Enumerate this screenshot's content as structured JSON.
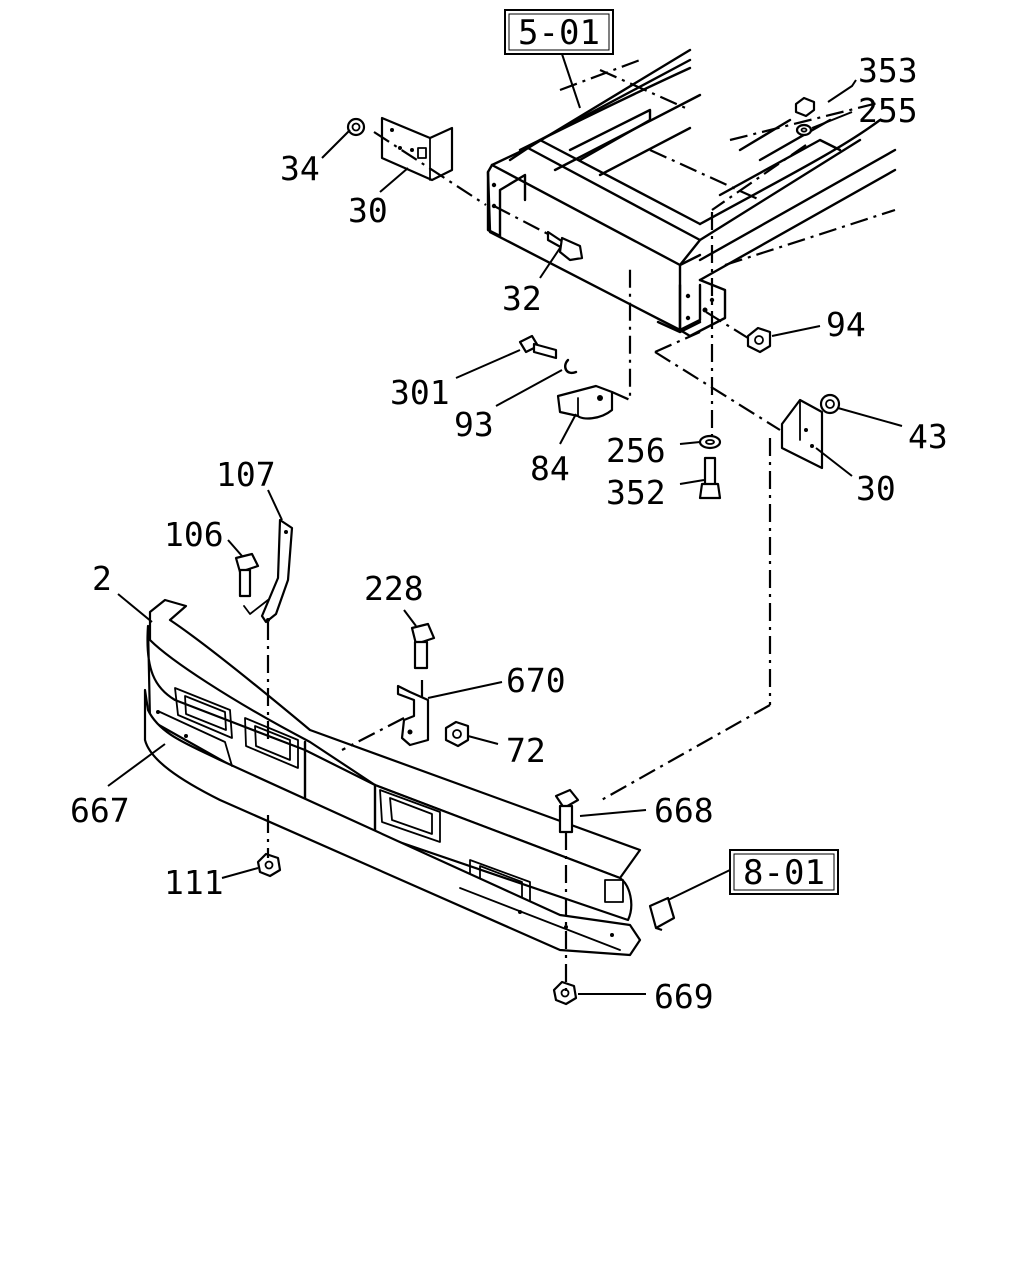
{
  "references": {
    "top": "5-01",
    "right": "8-01"
  },
  "callouts": {
    "p353": "353",
    "p255": "255",
    "p34": "34",
    "p30a": "30",
    "p32": "32",
    "p94": "94",
    "p301": "301",
    "p93": "93",
    "p84": "84",
    "p256": "256",
    "p352": "352",
    "p43": "43",
    "p30b": "30",
    "p107": "107",
    "p106": "106",
    "p2": "2",
    "p228": "228",
    "p670": "670",
    "p72": "72",
    "p667": "667",
    "p668": "668",
    "p111": "111",
    "p669": "669"
  }
}
